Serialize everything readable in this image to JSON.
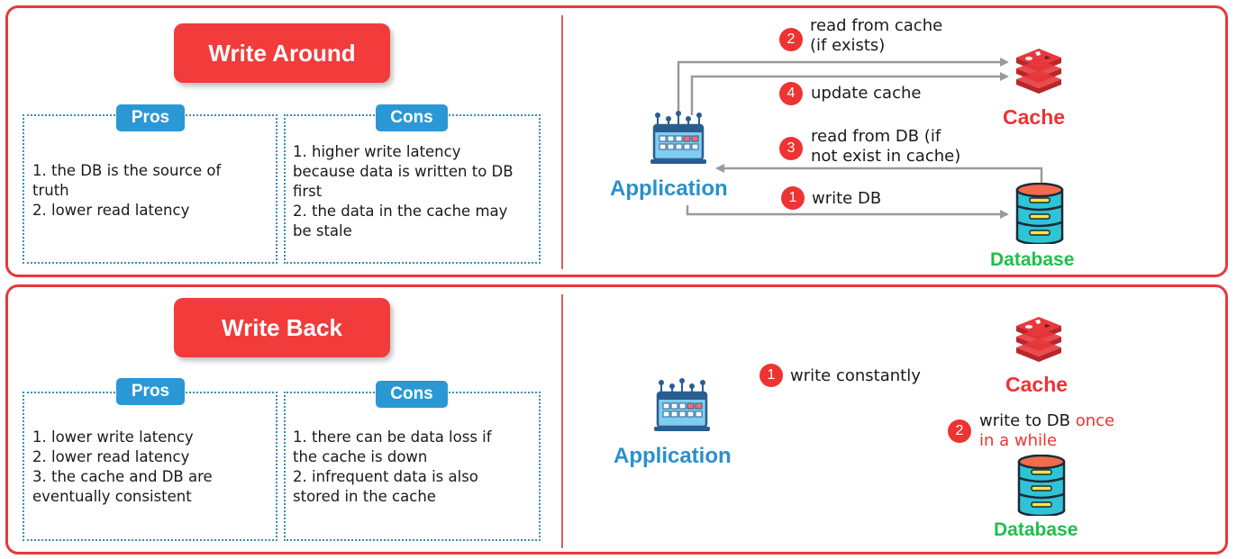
{
  "write_around": {
    "title": "Write Around",
    "pros_label": "Pros",
    "cons_label": "Cons",
    "pros_text": "1. the DB is the source of\ntruth\n2. lower read latency",
    "cons_text": "1. higher write latency\nbecause data is written to DB\nfirst\n2. the data in the cache may\nbe stale",
    "steps": [
      {
        "num": "2",
        "text": "read from cache\n(if exists)"
      },
      {
        "num": "4",
        "text": "update cache"
      },
      {
        "num": "3",
        "text": "read from DB (if\nnot exist in cache)"
      },
      {
        "num": "1",
        "text": "write DB"
      }
    ],
    "app_label": "Application",
    "cache_label": "Cache",
    "db_label": "Database"
  },
  "write_back": {
    "title": "Write Back",
    "pros_label": "Pros",
    "cons_label": "Cons",
    "pros_text": "1. lower write latency\n2. lower read latency\n3. the cache and DB are\neventually consistent",
    "cons_text": "1. there can be data loss if\nthe cache is down\n2. infrequent data is also\nstored in the cache",
    "steps": [
      {
        "num": "1",
        "text": "write constantly"
      },
      {
        "num": "2",
        "text_plain": "write to DB ",
        "text_accent_1": "once",
        "text_accent_2": "in a while"
      }
    ],
    "app_label": "Application",
    "cache_label": "Cache",
    "db_label": "Database"
  },
  "colors": {
    "accent_red": "#ee3333",
    "pill_blue": "#2a98d4",
    "app_blue": "#2a90cc",
    "db_green": "#1fbf4a",
    "arrow_gray": "#9a9a9a"
  }
}
